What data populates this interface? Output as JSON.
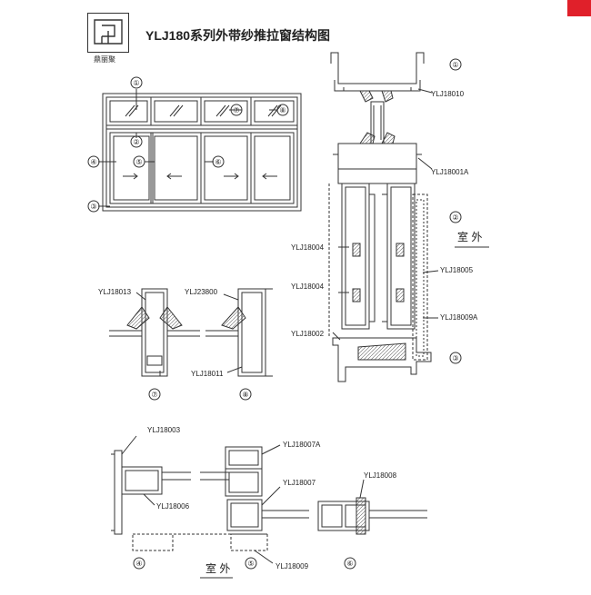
{
  "header": {
    "title": "YLJ180系列外带纱推拉窗结构图",
    "logo_text": "鼎丽聚"
  },
  "window_elevation": {
    "callouts": [
      "①",
      "②",
      "③",
      "④",
      "⑤",
      "⑥",
      "⑦",
      "⑧"
    ]
  },
  "main_section": {
    "labels": [
      "YLJ18010",
      "YLJ18001A",
      "YLJ18004",
      "YLJ18004",
      "YLJ18005",
      "YLJ18002",
      "YLJ18009A"
    ],
    "callouts": [
      "①",
      "②",
      "③"
    ],
    "side_note": "室 外"
  },
  "detail_7": {
    "labels": [
      "YLJ18013"
    ],
    "callout": "⑦"
  },
  "detail_8": {
    "labels": [
      "YLJ23800",
      "YLJ18011"
    ],
    "callout": "⑧"
  },
  "bottom_section": {
    "labels": [
      "YLJ18003",
      "YLJ18007A",
      "YLJ18006",
      "YLJ18007",
      "YLJ18008",
      "YLJ18009"
    ],
    "callouts": [
      "④",
      "⑤",
      "⑥"
    ],
    "side_note": "室 外"
  },
  "colors": {
    "line": "#333333",
    "accent": "#e0202a",
    "paper": "#ffffff"
  }
}
